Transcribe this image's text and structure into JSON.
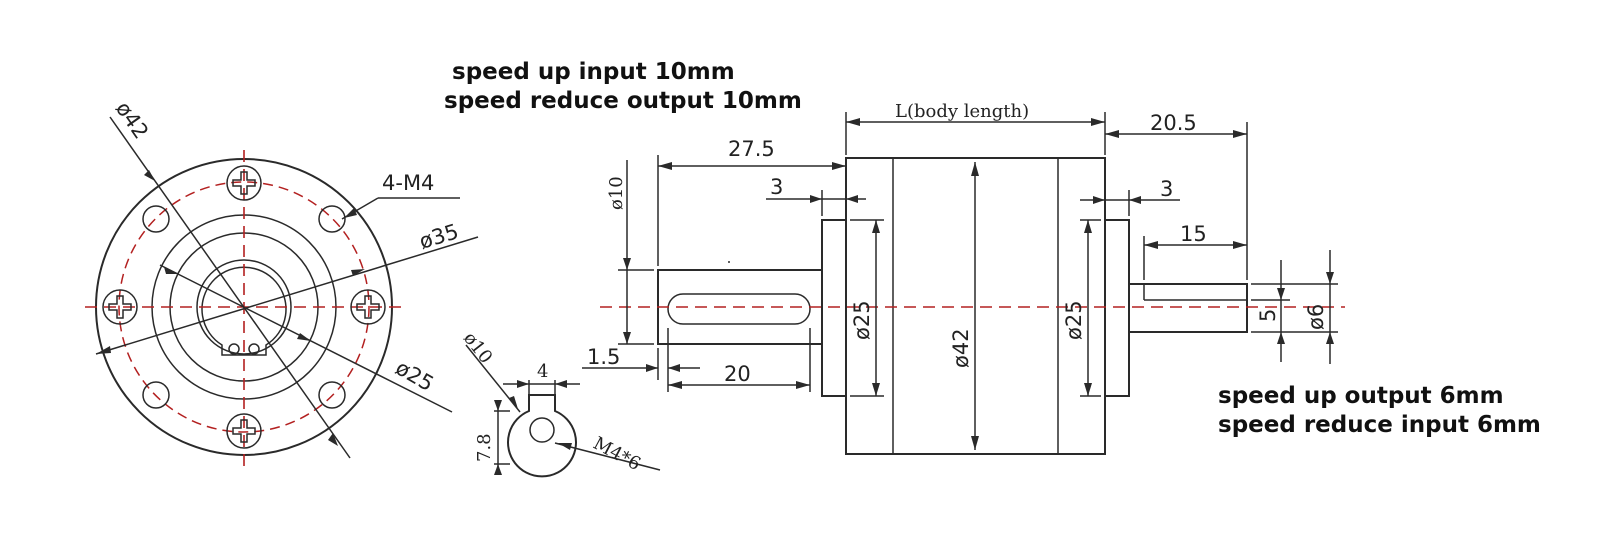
{
  "notes": {
    "top_line1": "speed up input 10mm",
    "top_line2": "speed reduce output 10mm",
    "bottom_line1": "speed up output 6mm",
    "bottom_line2": "speed reduce input 6mm"
  },
  "front_view": {
    "outer_diameter": "ø42",
    "thread_label": "4-M4",
    "bolt_circle_diameter": "ø35",
    "pilot_diameter": "ø25"
  },
  "shaft_section": {
    "diameter": "ø10",
    "key_width": "4",
    "flat_depth": "7.8",
    "set_screw": "M4*6"
  },
  "side_view": {
    "body_length_label": "L(body length)",
    "input_shaft_length": "27.5",
    "input_step": "3",
    "input_shaft_diameter": "ø10",
    "key_offset": "1.5",
    "key_length": "20",
    "left_boss_diameter": "ø25",
    "body_diameter": "ø42",
    "right_boss_diameter": "ø25",
    "output_step": "3",
    "output_shaft_length": "20.5",
    "output_flat_length": "15",
    "output_flat_size": "5",
    "output_shaft_diameter": "ø6"
  },
  "colors": {
    "line": "#2a2a2a",
    "centerline": "#b32020",
    "background": "#ffffff"
  },
  "icons": [
    "phillips-screw-icon"
  ]
}
